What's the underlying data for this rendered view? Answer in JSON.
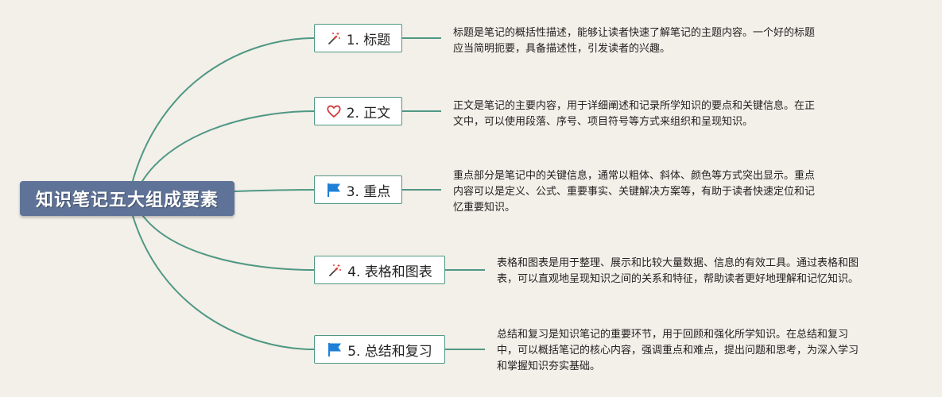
{
  "root": {
    "title": "知识笔记五大组成要素"
  },
  "topics": [
    {
      "label": "1. 标题",
      "icon": "magic-wand-icon",
      "desc_lines": [
        "标题是笔记的概括性描述，能够让读者快速了解笔记的主题内容。一个好的标题",
        "应当简明扼要，具备描述性，引发读者的兴趣。"
      ]
    },
    {
      "label": "2. 正文",
      "icon": "heart-icon",
      "desc_lines": [
        "正文是笔记的主要内容，用于详细阐述和记录所学知识的要点和关键信息。在正",
        "文中，可以使用段落、序号、项目符号等方式来组织和呈现知识。"
      ]
    },
    {
      "label": "3. 重点",
      "icon": "blue-flag-icon",
      "desc_lines": [
        "重点部分是笔记中的关键信息，通常以粗体、斜体、颜色等方式突出显示。重点",
        "内容可以是定义、公式、重要事实、关键解决方案等，有助于读者快速定位和记",
        "忆重要知识。"
      ]
    },
    {
      "label": "4. 表格和图表",
      "icon": "magic-wand-icon",
      "desc_lines": [
        "表格和图表是用于整理、展示和比较大量数据、信息的有效工具。通过表格和图",
        "表，可以直观地呈现知识之间的关系和特征，帮助读者更好地理解和记忆知识。"
      ]
    },
    {
      "label": "5. 总结和复习",
      "icon": "blue-flag-icon",
      "desc_lines": [
        "总结和复习是知识笔记的重要环节，用于回顾和强化所学知识。在总结和复习",
        "中，可以概括笔记的核心内容，强调重点和难点，提出问题和思考，为深入学习",
        "和掌握知识夯实基础。"
      ]
    }
  ],
  "colors": {
    "background": "#f3efe9",
    "root_fill": "#5f7398",
    "branch_line": "#4f9884",
    "topic_border": "#4f9884",
    "heart": "#d23c3c",
    "flag": "#1e7fd6",
    "wand_red": "#d9453d"
  }
}
